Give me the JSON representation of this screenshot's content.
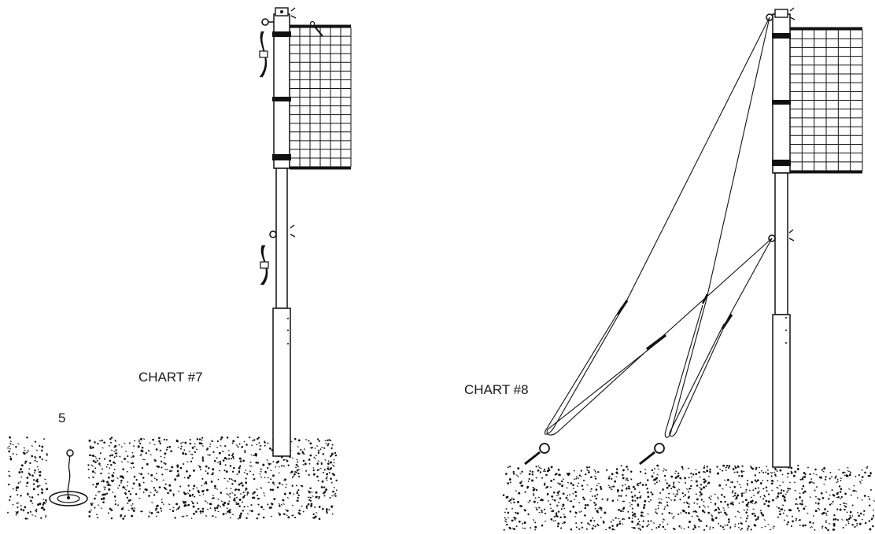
{
  "labels": {
    "chart7": "CHART #7",
    "chart8": "CHART #8",
    "step": "5"
  },
  "colors": {
    "ink": "#111111",
    "paper": "#ffffff"
  }
}
